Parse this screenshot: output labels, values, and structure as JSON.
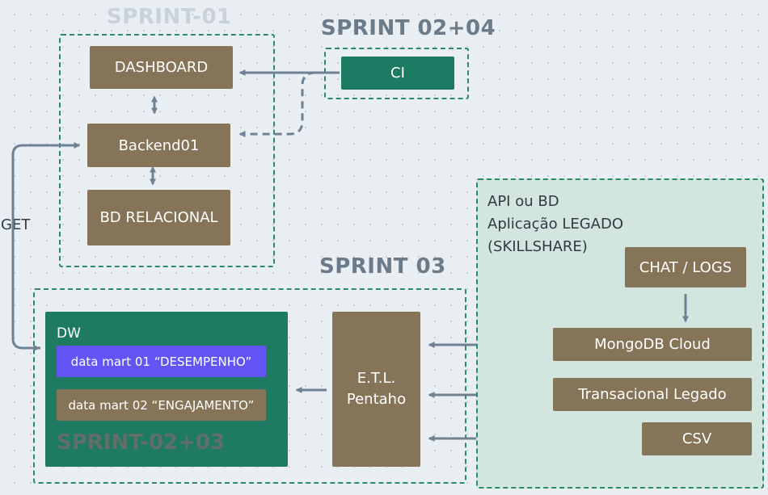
{
  "sprints": {
    "s01": "SPRINT-01",
    "s0204": "SPRINT 02+04",
    "s03": "SPRINT 03",
    "s0203": "SPRINT-02+03"
  },
  "nodes": {
    "dashboard": "DASHBOARD",
    "backend": "Backend01",
    "bd_relacional": "BD RELACIONAL",
    "ci": "CI",
    "etl_line1": "E.T.L.",
    "etl_line2": "Pentaho",
    "dw": "DW",
    "datamart1": "data mart 01 “DESEMPENHO”",
    "datamart2": "data mart 02 “ENGAJAMENTO”",
    "chat_logs": "CHAT / LOGS",
    "mongodb": "MongoDB Cloud",
    "transacional": "Transacional Legado",
    "csv": "CSV"
  },
  "legacy": {
    "line1": "API ou BD",
    "line2": "Aplicação LEGADO",
    "line3": "(SKILLSHARE)"
  },
  "edges": {
    "get_label": "GET"
  },
  "colors": {
    "node_brown": "#857457",
    "ci_green": "#1d7a63",
    "dw_green": "#1f7a62",
    "datamart_purple": "#6355f5",
    "frame_dashed": "#2b8a6a",
    "arrow": "#6e8294",
    "legacy_bg": "#d2e6df"
  }
}
